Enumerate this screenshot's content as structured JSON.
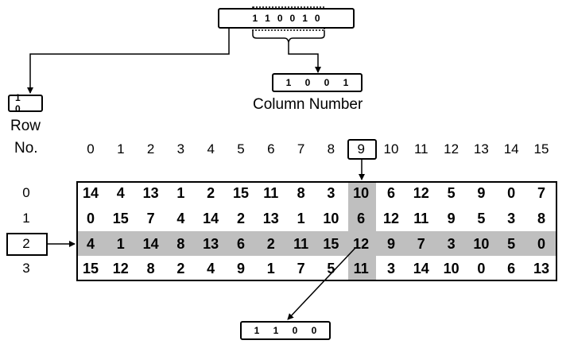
{
  "input_bits": [
    "1",
    "1",
    "0",
    "0",
    "1",
    "0"
  ],
  "row_bits": "1 0",
  "column_bits": "1 0 0 1",
  "output_bits": "1 1 0 0",
  "column_number_label": "Column Number",
  "row_no_label_line1": "Row",
  "row_no_label_line2": "No.",
  "highlight_column": "9",
  "highlight_row": "2",
  "column_headers": [
    "0",
    "1",
    "2",
    "3",
    "4",
    "5",
    "6",
    "7",
    "8",
    "9",
    "10",
    "11",
    "12",
    "13",
    "14",
    "15"
  ],
  "row_headers": [
    "0",
    "1",
    "2",
    "3"
  ],
  "sbox": [
    [
      "14",
      "4",
      "13",
      "1",
      "2",
      "15",
      "11",
      "8",
      "3",
      "10",
      "6",
      "12",
      "5",
      "9",
      "0",
      "7"
    ],
    [
      "0",
      "15",
      "7",
      "4",
      "14",
      "2",
      "13",
      "1",
      "10",
      "6",
      "12",
      "11",
      "9",
      "5",
      "3",
      "8"
    ],
    [
      "4",
      "1",
      "14",
      "8",
      "13",
      "6",
      "2",
      "11",
      "15",
      "12",
      "9",
      "7",
      "3",
      "10",
      "5",
      "0"
    ],
    [
      "15",
      "12",
      "8",
      "2",
      "4",
      "9",
      "1",
      "7",
      "5",
      "11",
      "3",
      "14",
      "10",
      "0",
      "6",
      "13"
    ]
  ],
  "colors": {
    "highlight": "#bfbfbf",
    "line": "#000000"
  }
}
